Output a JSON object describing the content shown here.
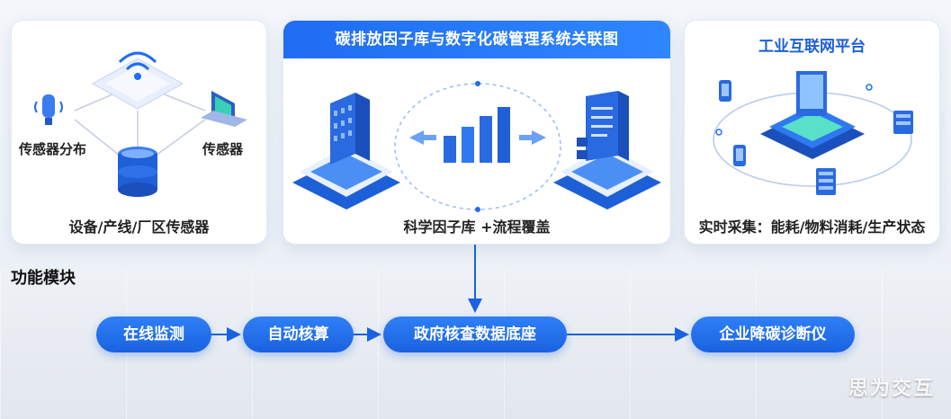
{
  "left_panel": {
    "label_sensor_dist": "传感器分布",
    "label_sensor": "传感器",
    "caption": "设备/产线/厂区传感器"
  },
  "center_panel": {
    "title": "碳排放因子库与数字化碳管理系统关联图",
    "caption": "科学因子库 +流程覆盖"
  },
  "right_panel": {
    "title": "工业互联网平台",
    "caption": "实时采集：能耗/物料消耗/生产状态"
  },
  "section_title": "功能模块",
  "flow": [
    {
      "label": "在线监测"
    },
    {
      "label": "自动核算"
    },
    {
      "label": "政府核查数据底座"
    },
    {
      "label": "企业降碳诊断仪"
    }
  ],
  "watermark": "思为交互",
  "colors": {
    "accent": "#1f6df2",
    "accent_dark": "#1a62e0",
    "title_blue": "#1c5fd6"
  }
}
